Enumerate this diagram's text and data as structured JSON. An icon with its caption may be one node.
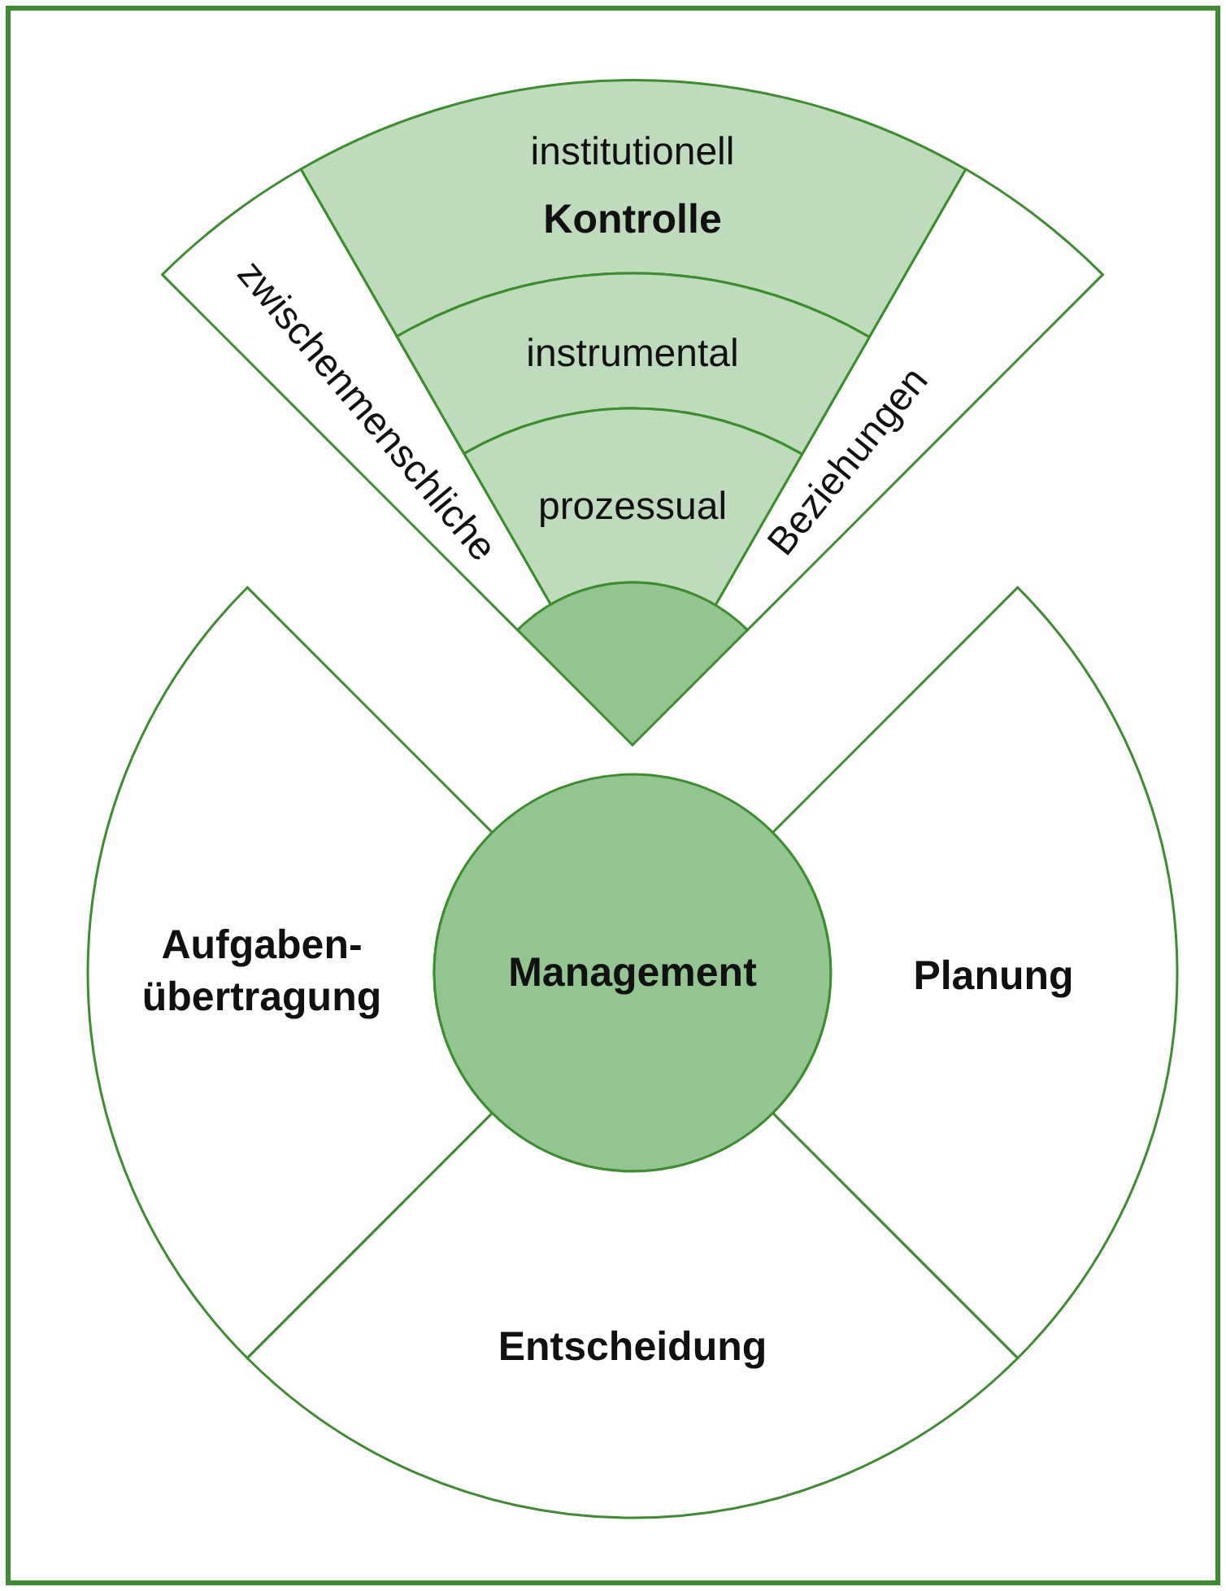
{
  "diagram": {
    "nodes": [
      {
        "text": [
          "institutionell",
          "Kontrolle"
        ]
      },
      {
        "text": [
          "zwischenmenschliche"
        ]
      },
      {
        "text": [
          "Beziehungen"
        ]
      },
      {
        "text": [
          "instrumental"
        ]
      },
      {
        "text": [
          "prozessual"
        ]
      },
      {
        "text": [],
        "shape": "wedge"
      },
      {
        "text": [
          "Aufgaben- übertragung"
        ]
      },
      {
        "text": [
          "Management"
        ]
      },
      {
        "text": [
          "Planung"
        ]
      },
      {
        "text": [
          "Entscheidung"
        ]
      }
    ]
  }
}
